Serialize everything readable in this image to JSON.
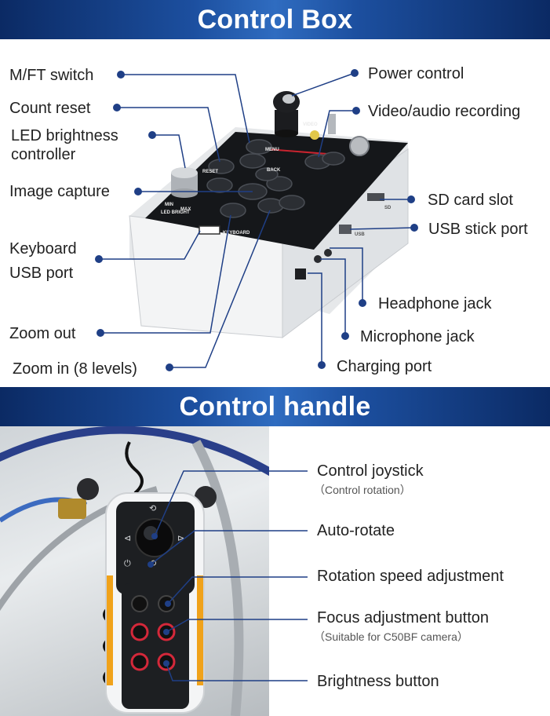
{
  "sections": {
    "box_title": "Control Box",
    "handle_title": "Control handle"
  },
  "box_labels": {
    "mft_switch": "M/FT switch",
    "count_reset": "Count reset",
    "led_brightness_1": "LED brightness",
    "led_brightness_2": "controller",
    "image_capture": "Image capture",
    "keyboard_usb_1": "Keyboard",
    "keyboard_usb_2": "USB port",
    "zoom_out": "Zoom out",
    "zoom_in": "Zoom in (8 levels)",
    "power_control": "Power control",
    "video_audio": "Video/audio recording",
    "sd_card": "SD card slot",
    "usb_stick": "USB stick port",
    "headphone": "Headphone jack",
    "microphone": "Microphone jack",
    "charging": "Charging port"
  },
  "panel_text": {
    "menu": "MENU",
    "reset": "RESET",
    "back": "BACK",
    "keyboard": "KEYBOARD",
    "led_min": "MIN",
    "led_max": "MAX",
    "led_bright": "LED BRIGHT",
    "video": "VIDEO",
    "sd": "SD",
    "usb": "USB"
  },
  "handle_labels": {
    "joystick": "Control joystick",
    "joystick_sub": "（Control rotation）",
    "auto_rotate": "Auto-rotate",
    "rotation_speed": "Rotation speed adjustment",
    "focus": "Focus adjustment button",
    "focus_sub": "（Suitable for C50BF camera）",
    "brightness": "Brightness button"
  },
  "colors": {
    "banner_dark": "#0b2a64",
    "banner_light": "#2f6cc0",
    "leader_line": "#1f3f86",
    "handle_orange": "#f0a21a",
    "button_red": "#d4283a"
  }
}
